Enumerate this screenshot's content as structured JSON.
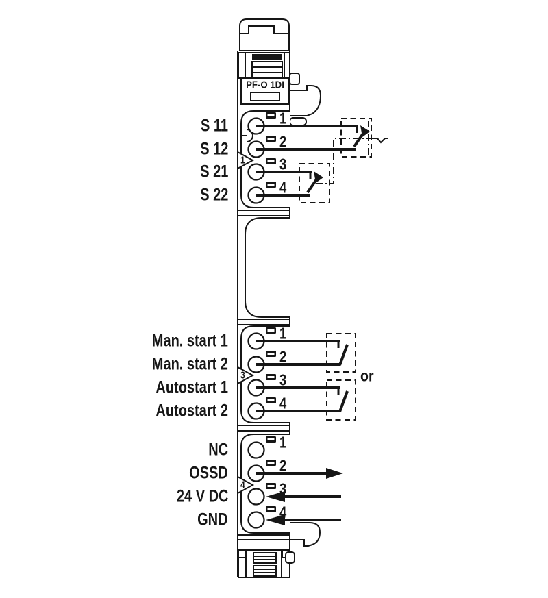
{
  "module": {
    "type_label": "PF-O 1DI",
    "ink_color": "#161616"
  },
  "connector_groups": [
    {
      "marker": "1",
      "terminals": [
        {
          "number": "1",
          "label": "S 11"
        },
        {
          "number": "2",
          "label": "S 12"
        },
        {
          "number": "3",
          "label": "S 21"
        },
        {
          "number": "4",
          "label": "S 22"
        }
      ]
    },
    {
      "marker": "3",
      "terminals": [
        {
          "number": "1",
          "label": "Man. start 1"
        },
        {
          "number": "2",
          "label": "Man. start 2"
        },
        {
          "number": "3",
          "label": "Autostart 1"
        },
        {
          "number": "4",
          "label": "Autostart 2"
        }
      ]
    },
    {
      "marker": "4",
      "terminals": [
        {
          "number": "1",
          "label": "NC"
        },
        {
          "number": "2",
          "label": "OSSD"
        },
        {
          "number": "3",
          "label": "24 V DC"
        },
        {
          "number": "4",
          "label": "GND"
        }
      ]
    }
  ],
  "annotations": {
    "alternative_label": "or"
  }
}
